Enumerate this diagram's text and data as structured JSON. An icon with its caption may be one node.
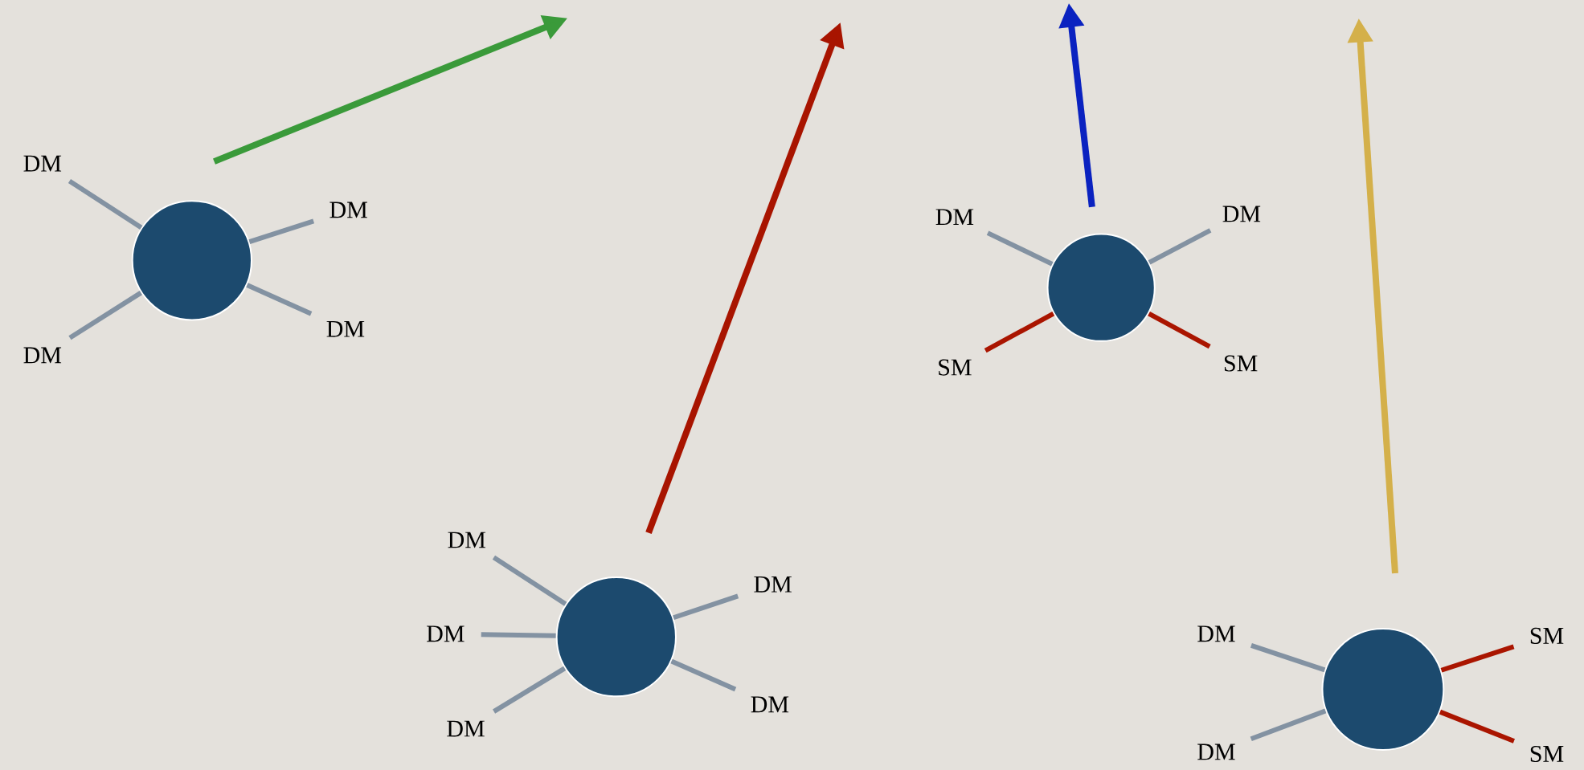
{
  "diagram": {
    "nodes": [
      {
        "text": [],
        "shape": "circle"
      },
      {
        "text": [
          "DM"
        ]
      },
      {
        "text": [
          "DM"
        ]
      },
      {
        "text": [
          "DM"
        ]
      },
      {
        "text": [
          "DM"
        ]
      },
      {
        "text": [],
        "shape": "circle"
      },
      {
        "text": [
          "DM"
        ]
      },
      {
        "text": [
          "DM"
        ]
      },
      {
        "text": [
          "DM"
        ]
      },
      {
        "text": [
          "DM"
        ]
      },
      {
        "text": [
          "DM"
        ]
      },
      {
        "text": [],
        "shape": "circle"
      },
      {
        "text": [
          "DM"
        ]
      },
      {
        "text": [
          "DM"
        ]
      },
      {
        "text": [
          "SM"
        ]
      },
      {
        "text": [
          "SM"
        ]
      },
      {
        "text": [],
        "shape": "circle"
      },
      {
        "text": [
          "DM"
        ]
      },
      {
        "text": [
          "SM"
        ]
      },
      {
        "text": [
          "DM"
        ]
      },
      {
        "text": [
          "SM"
        ]
      }
    ],
    "edges": [
      {
        "from": 0,
        "to": 1,
        "arrow": "none"
      },
      {
        "from": 0,
        "to": 2,
        "arrow": "none"
      },
      {
        "from": 0,
        "to": 3,
        "arrow": "none"
      },
      {
        "from": 0,
        "to": 4,
        "arrow": "none"
      },
      {
        "from": 5,
        "to": 6,
        "arrow": "none"
      },
      {
        "from": 5,
        "to": 7,
        "arrow": "none"
      },
      {
        "from": 5,
        "to": 8,
        "arrow": "none"
      },
      {
        "from": 5,
        "to": 9,
        "arrow": "none"
      },
      {
        "from": 5,
        "to": 10,
        "arrow": "none"
      },
      {
        "from": 11,
        "to": 12,
        "arrow": "none"
      },
      {
        "from": 11,
        "to": 13,
        "arrow": "none"
      },
      {
        "from": 11,
        "to": 14,
        "arrow": "none",
        "color": "#aa1500"
      },
      {
        "from": 11,
        "to": 15,
        "arrow": "none",
        "color": "#aa1500"
      },
      {
        "from": 16,
        "to": 17,
        "arrow": "none"
      },
      {
        "from": 16,
        "to": 18,
        "arrow": "none",
        "color": "#aa1500"
      },
      {
        "from": 16,
        "to": 19,
        "arrow": "none"
      },
      {
        "from": 16,
        "to": 20,
        "arrow": "none",
        "color": "#aa1500"
      }
    ]
  }
}
